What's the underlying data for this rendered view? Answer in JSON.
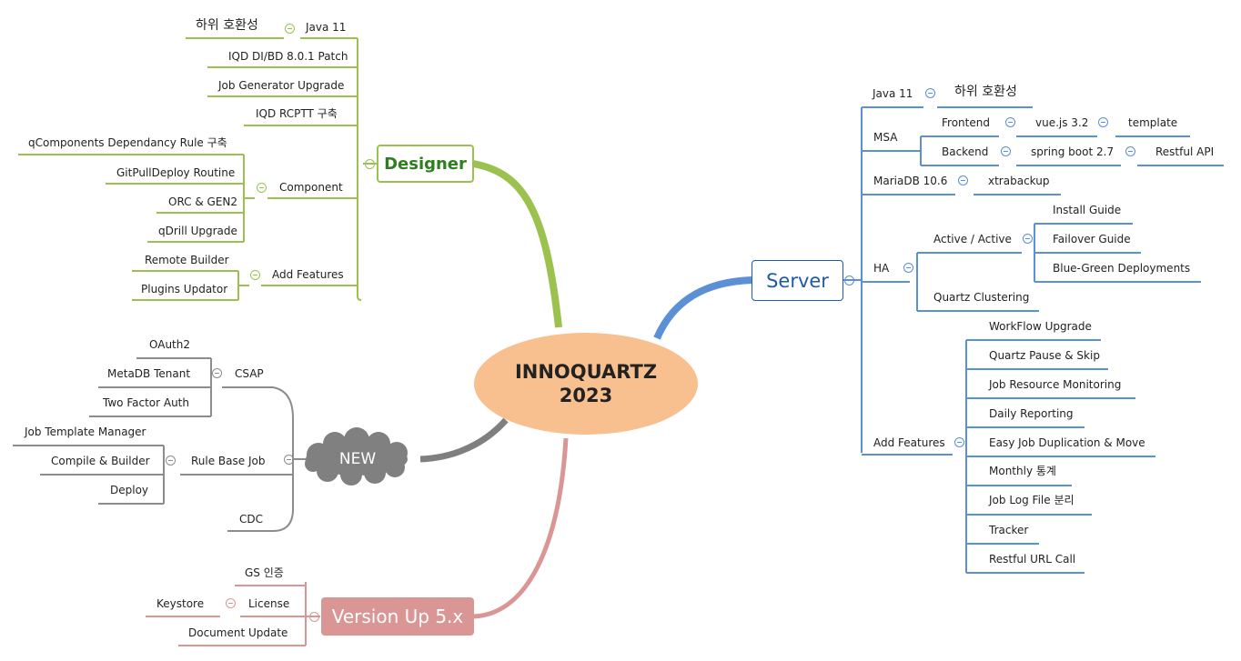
{
  "center": {
    "line1": "INNOQUARTZ",
    "line2": "2023"
  },
  "branches": {
    "designer": {
      "label": "Designer",
      "java11": "Java 11",
      "java11_child": "하위 호환성",
      "iqd_patch": "IQD DI/BD 8.0.1 Patch",
      "job_generator": "Job Generator Upgrade",
      "iqd_rcptt": "IQD RCPTT 구축",
      "component": "Component",
      "component_items": [
        "qComponents Dependancy Rule 구축",
        "GitPullDeploy Routine",
        "ORC & GEN2",
        "qDrill Upgrade"
      ],
      "add_features": "Add Features",
      "add_features_items": [
        "Remote Builder",
        "Plugins Updator"
      ]
    },
    "new": {
      "label": "NEW",
      "csap": "CSAP",
      "csap_items": [
        "OAuth2",
        "MetaDB Tenant",
        "Two Factor Auth"
      ],
      "rule_base_job": "Rule Base Job",
      "rule_items": [
        "Job Template Manager",
        "Compile & Builder",
        "Deploy"
      ],
      "cdc": "CDC"
    },
    "version": {
      "label": "Version Up 5.x",
      "gs": "GS 인증",
      "license": "License",
      "keystore": "Keystore",
      "document_update": "Document Update"
    },
    "server": {
      "label": "Server",
      "java11": "Java 11",
      "java11_child": "하위 호환성",
      "msa": "MSA",
      "frontend": "Frontend",
      "vue": "vue.js 3.2",
      "template": "template",
      "backend": "Backend",
      "spring": "spring boot 2.7",
      "restful_api": "Restful API",
      "mariadb": "MariaDB 10.6",
      "xtrabackup": "xtrabackup",
      "ha": "HA",
      "active": "Active / Active",
      "ha_items": [
        "Install Guide",
        "Failover Guide",
        "Blue-Green Deployments"
      ],
      "quartz_clustering": "Quartz Clustering",
      "add_features": "Add Features",
      "add_features_items": [
        "WorkFlow Upgrade",
        "Quartz Pause & Skip",
        "Job Resource Monitoring",
        "Daily Reporting",
        "Easy Job Duplication & Move",
        "Monthly 통계",
        "Job Log File 분리",
        "Tracker",
        "Restful URL Call"
      ]
    }
  },
  "colors": {
    "designer": "#8fbc45",
    "new": "#808080",
    "version": "#d99694",
    "server": "#4f86cc",
    "center_fill": "#f8c08e",
    "designer_text": "#2e7d1f",
    "server_text": "#1f5aa6"
  }
}
